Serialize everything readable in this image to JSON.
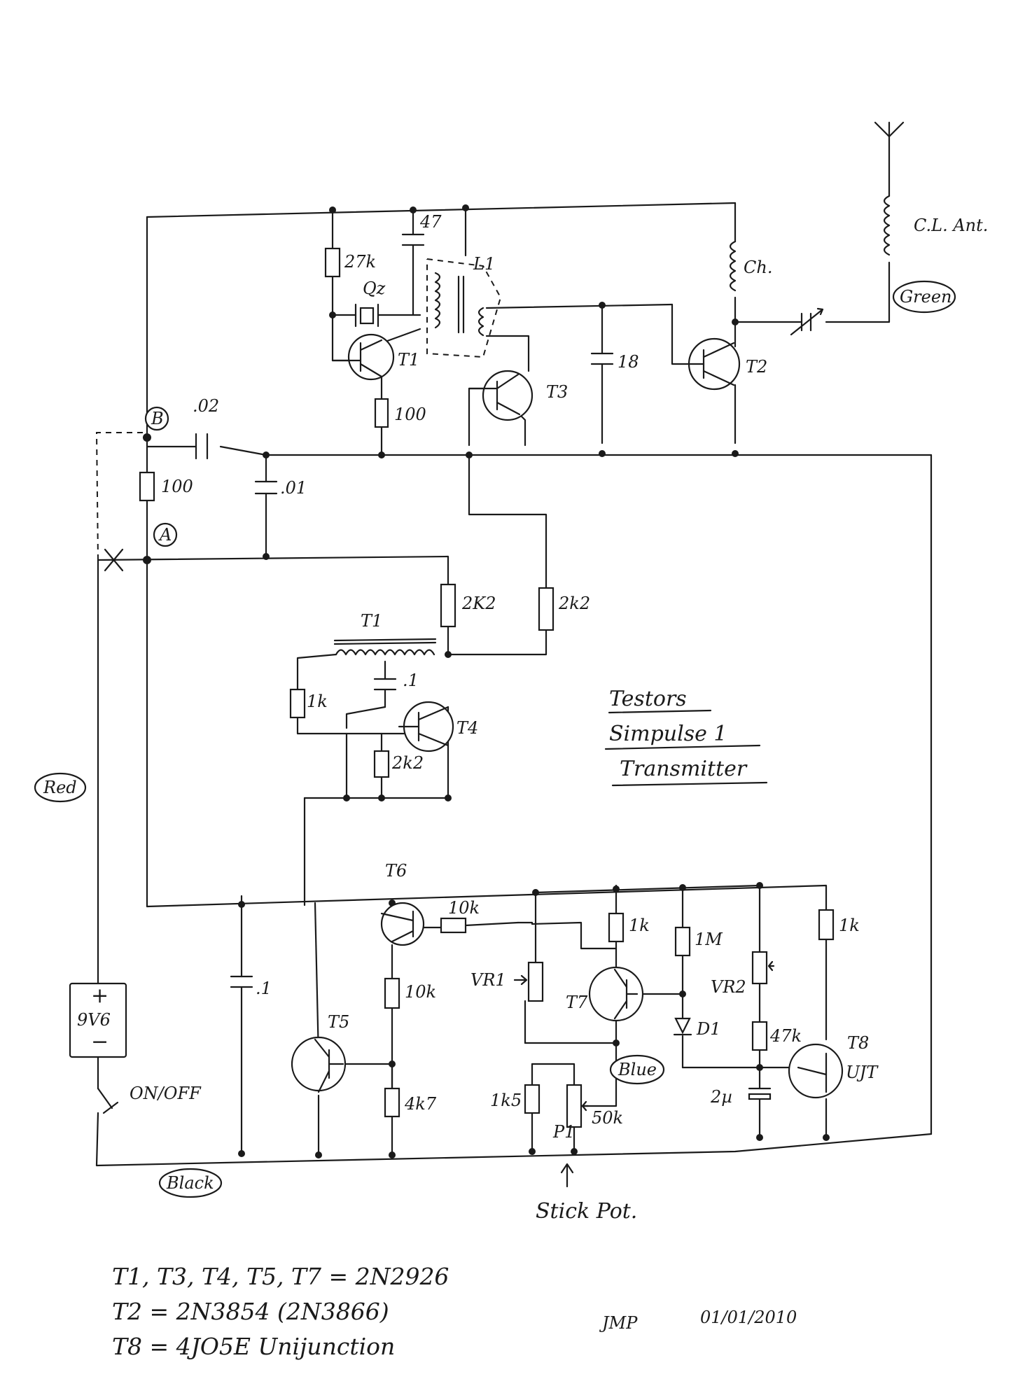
{
  "title": {
    "line1": "Testors",
    "line2": "Simpulse 1",
    "line3": "Transmitter"
  },
  "transistors": {
    "t1": "T1",
    "t1_rf": "T1",
    "t2": "T2",
    "t3": "T3",
    "t4": "T4",
    "t5": "T5",
    "t6": "T6",
    "t7": "T7",
    "t8": "T8",
    "ujt": "UJT"
  },
  "rf_stage": {
    "r_27k": "27k",
    "c_47": "47",
    "crystal": "Qz",
    "coil": "L1",
    "r_100_emitter": "100",
    "c_18": "18",
    "choke": "Ch.",
    "antenna_coil": "C.L. Ant."
  },
  "supply_filter": {
    "node_b": "B",
    "node_a": "A",
    "c_02": ".02",
    "r_100": "100",
    "c_01": ".01"
  },
  "modulator": {
    "r_2k2_left": "2K2",
    "r_2k2_right": "2k2",
    "transformer": "T1",
    "c_1": ".1",
    "r_1k": "1k",
    "r_2k2_emitter": "2k2"
  },
  "encoder": {
    "r_10k_series": "10k",
    "r_1k_t7": "1k",
    "r_1m": "1M",
    "r_10k_t6": "10k",
    "vr1": "VR1",
    "vr2": "VR2",
    "r_1k_t8": "1k",
    "diode": "D1",
    "r_47k": "47k",
    "c_2u": "2µ",
    "c_1_left": ".1",
    "r_4k7": "4k7",
    "r_1k5": "1k5",
    "pot_50k": "50k",
    "pot_p1": "P1",
    "stick_pot": "Stick Pot."
  },
  "battery": {
    "plus": "+",
    "voltage": "9V6",
    "minus": "−",
    "switch": "ON/OFF"
  },
  "wire_colors": {
    "red": "Red",
    "black": "Black",
    "green": "Green",
    "blue": "Blue"
  },
  "notes": {
    "line1": "T1, T3, T4, T5, T7 = 2N2926",
    "line2": "T2 = 2N3854 (2N3866)",
    "line3": "T8 = 4JO5E  Unijunction"
  },
  "signature": {
    "initials": "JMP",
    "date": "01/01/2010"
  }
}
